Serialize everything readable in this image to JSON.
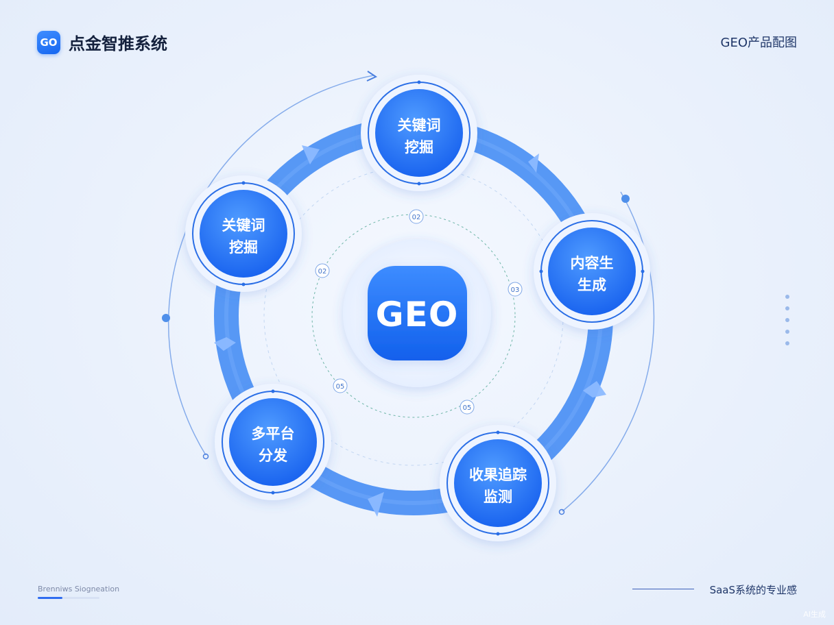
{
  "header": {
    "logo_text": "GO",
    "brand_name": "点金智推系统",
    "right_title": "GEO产品配图"
  },
  "center": {
    "label": "GEO"
  },
  "nodes": [
    {
      "lines": [
        "关键词",
        "挖掘"
      ]
    },
    {
      "lines": [
        "内容生",
        "生成"
      ]
    },
    {
      "lines": [
        "收果追踪",
        "监测"
      ]
    },
    {
      "lines": [
        "多平台",
        "分发"
      ]
    },
    {
      "lines": [
        "关键词",
        "挖掘"
      ]
    }
  ],
  "step_labels": [
    "02",
    "03",
    "05",
    "05",
    "02"
  ],
  "footer": {
    "left_caption": "Brenniws Siogneation",
    "right_caption": "SaaS系统的专业感",
    "corner_tag": "AI生成"
  },
  "colors": {
    "primary": "#1f6bf2",
    "ring": "#4a90f5",
    "text_dark": "#14213d"
  }
}
